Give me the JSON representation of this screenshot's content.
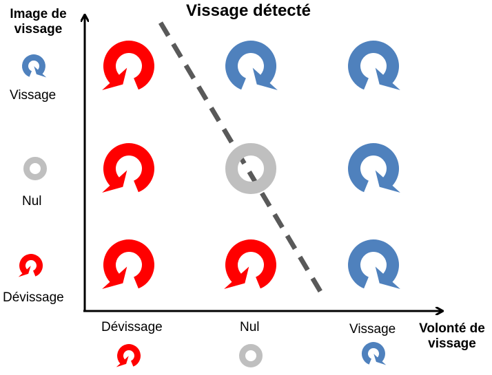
{
  "title": "Vissage détecté",
  "y_axis": {
    "title_line1": "Image de",
    "title_line2": "vissage",
    "levels": [
      "Vissage",
      "Nul",
      "Dévissage"
    ]
  },
  "x_axis": {
    "title_line1": "Volonté de",
    "title_line2": "vissage",
    "levels": [
      "Dévissage",
      "Nul",
      "Vissage"
    ]
  },
  "colors": {
    "vissage": "#4f81bd",
    "nul": "#bfbfbf",
    "devissage": "#ff0000",
    "divider": "#595959",
    "axis": "#000000"
  },
  "icons": {
    "vissage": "clockwise-arrow-icon",
    "nul": "ring-icon",
    "devissage": "counterclockwise-arrow-icon"
  },
  "grid": [
    [
      "devissage",
      "vissage",
      "vissage"
    ],
    [
      "devissage",
      "nul",
      "vissage"
    ],
    [
      "devissage",
      "devissage",
      "vissage"
    ]
  ]
}
